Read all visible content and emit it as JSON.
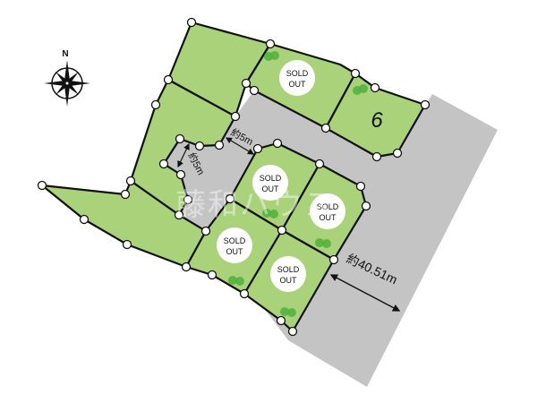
{
  "compass": {
    "north_label": "N",
    "icon": "compass-rose-icon"
  },
  "lots": [
    {
      "id": "lot-top-left",
      "label": "",
      "status": "available"
    },
    {
      "id": "lot-mid-left",
      "label": "",
      "status": "available"
    },
    {
      "id": "lot-bottom-left",
      "label": "",
      "status": "available"
    },
    {
      "id": "lot-top-center",
      "label": "SOLD OUT",
      "status": "sold"
    },
    {
      "id": "lot-6",
      "label": "6",
      "status": "available"
    },
    {
      "id": "lot-center-a",
      "label": "SOLD OUT",
      "status": "sold"
    },
    {
      "id": "lot-center-b",
      "label": "SOLD OUT",
      "status": "sold"
    },
    {
      "id": "lot-center-c",
      "label": "SOLD OUT",
      "status": "sold"
    },
    {
      "id": "lot-center-d",
      "label": "SOLD OUT",
      "status": "sold"
    }
  ],
  "sold": {
    "line1": "SOLD",
    "line2": "OUT"
  },
  "lot6_number": "6",
  "dimensions": {
    "road_width_1": "約5m",
    "road_width_2": "約5m",
    "frontage": "約40.51m"
  },
  "watermark": "藤和ハウス",
  "colors": {
    "lot": "#a9d27a",
    "road": "#c4c4c4",
    "tree": "#4fb03c"
  }
}
